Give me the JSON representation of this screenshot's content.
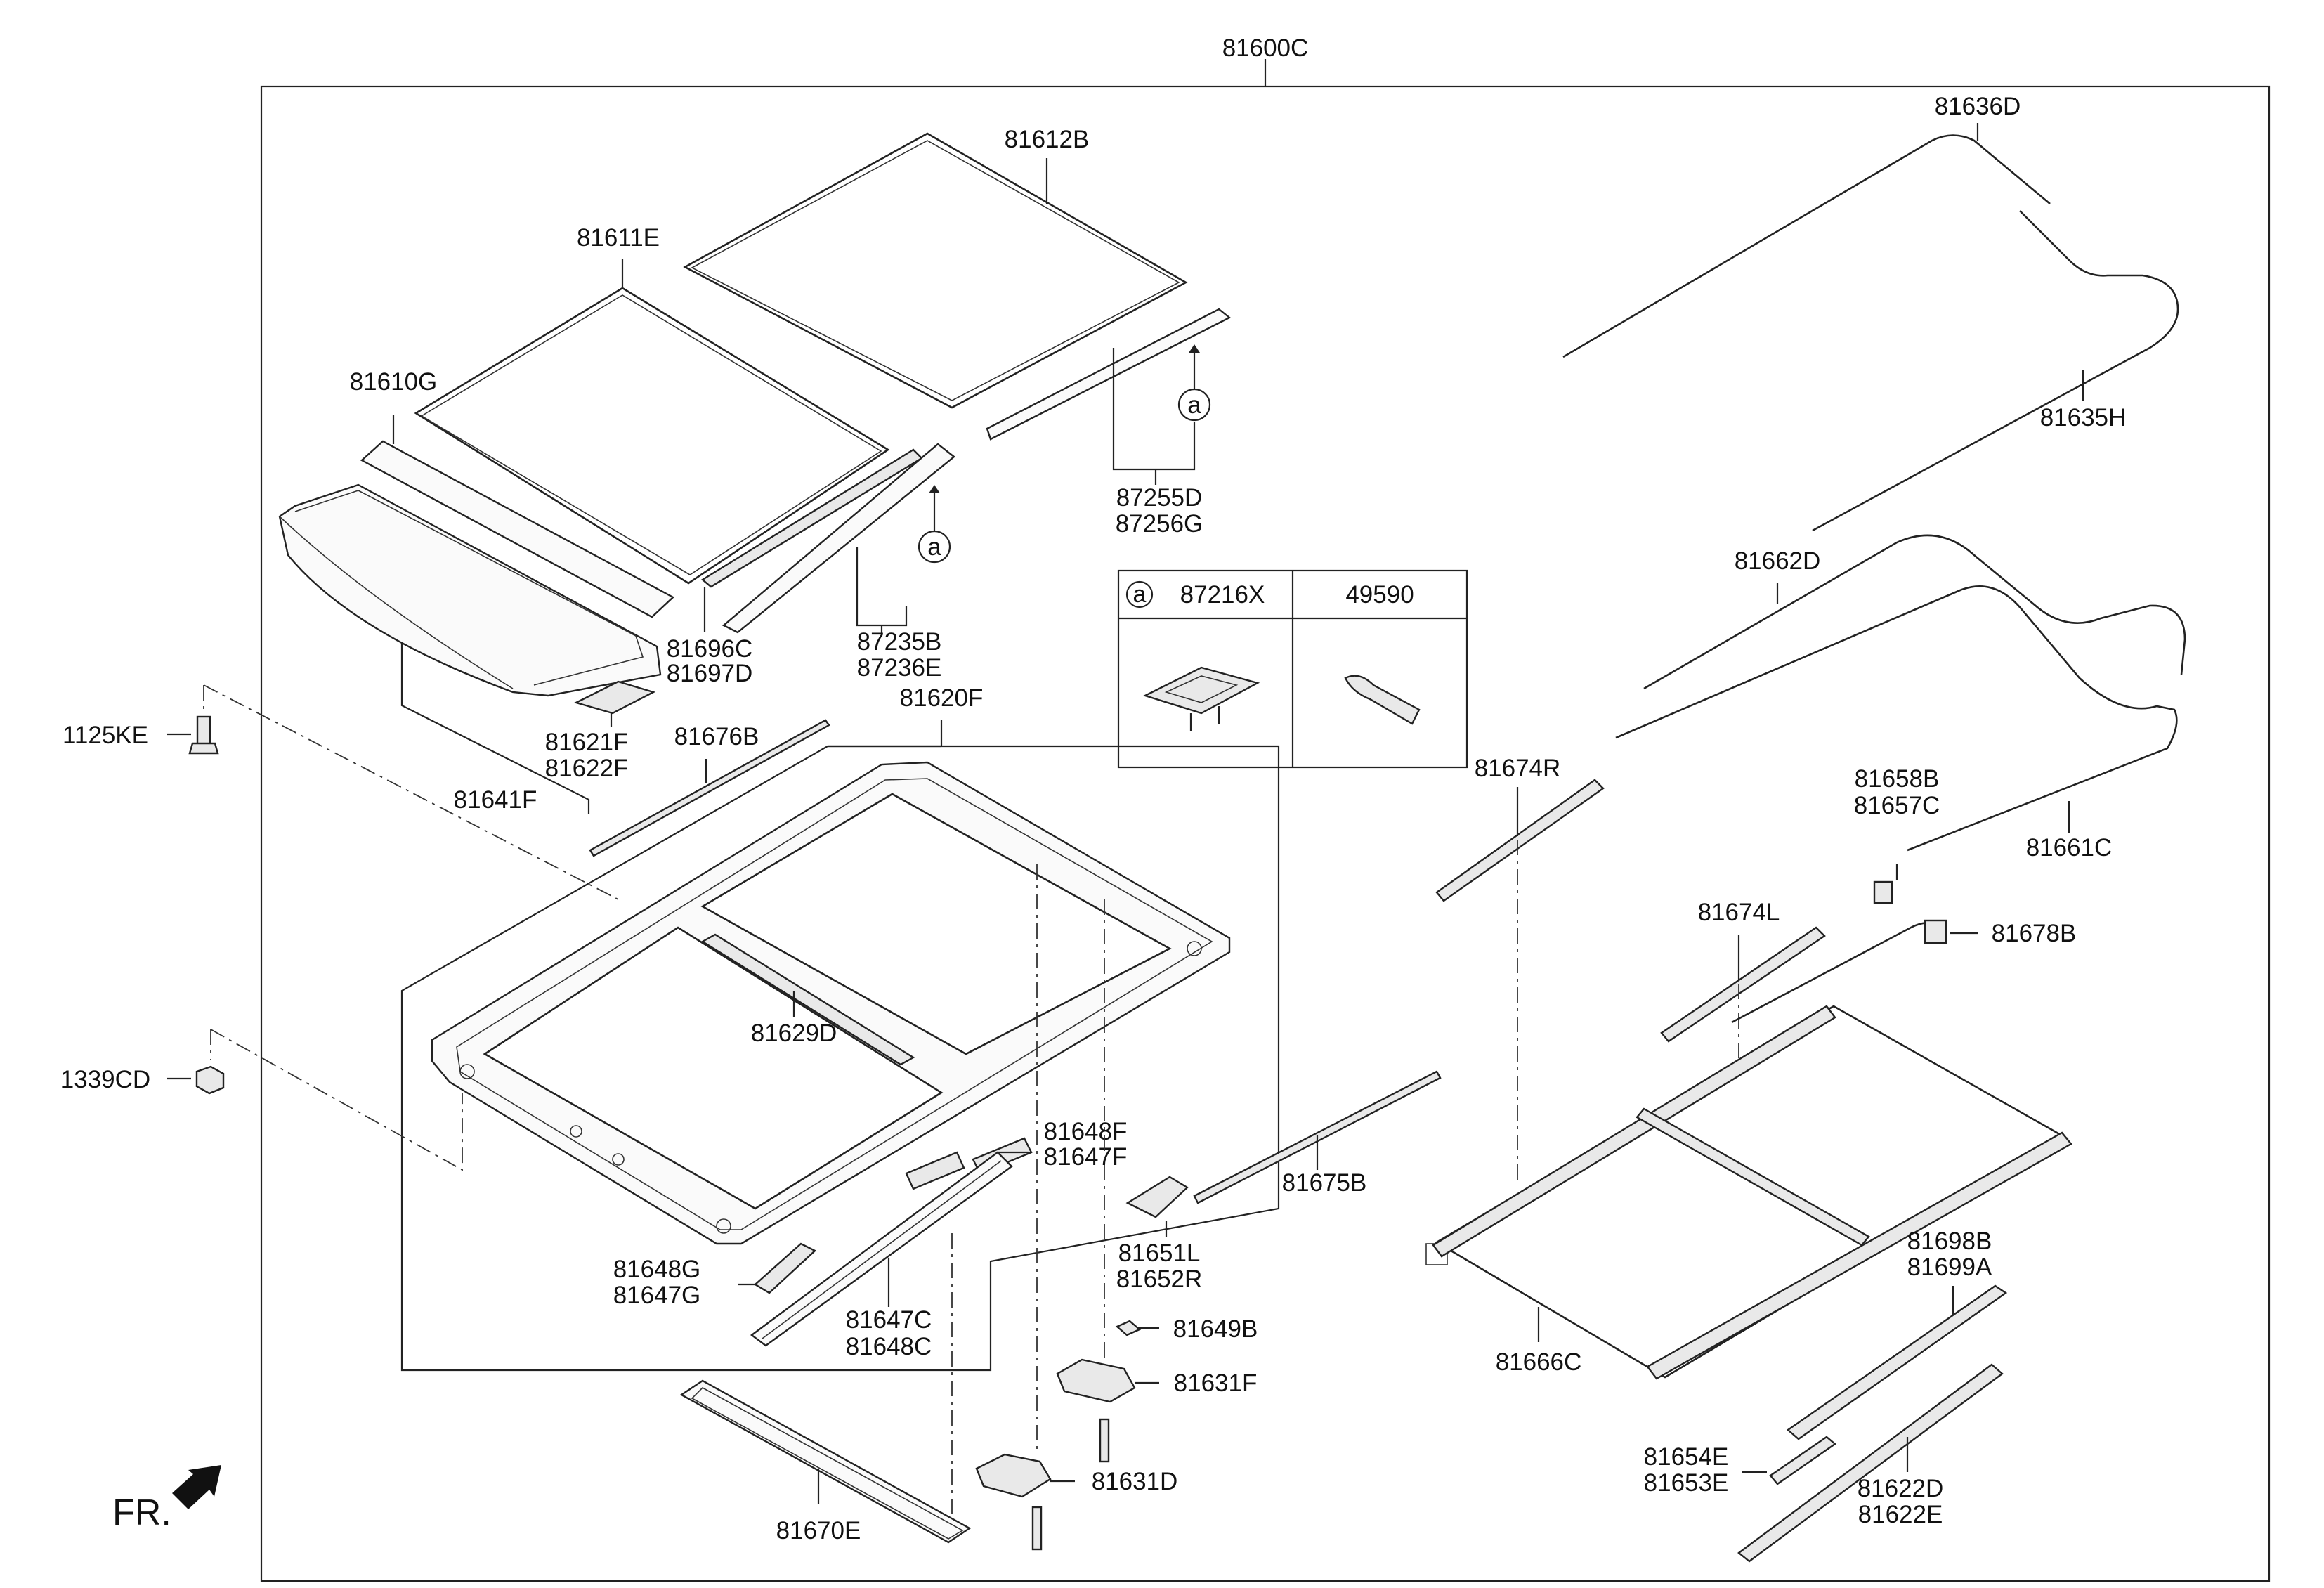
{
  "diagram": {
    "assembly_label": "81600C",
    "front_indicator": "FR.",
    "callouts": {
      "c81612B": "81612B",
      "c81611E": "81611E",
      "c81610G": "81610G",
      "c81636D": "81636D",
      "c81635H": "81635H",
      "c87255D": "87255D",
      "c87256G": "87256G",
      "c87235B": "87235B",
      "c87236E": "87236E",
      "c81696C": "81696C",
      "c81697D": "81697D",
      "c81620F": "81620F",
      "c81621F": "81621F",
      "c81622F": "81622F",
      "c81676B": "81676B",
      "c81641F": "81641F",
      "c1125KE": "1125KE",
      "c81662D": "81662D",
      "c81674R": "81674R",
      "c81658B": "81658B",
      "c81657C": "81657C",
      "c81661C": "81661C",
      "c81678B": "81678B",
      "c81674L": "81674L",
      "c81629D": "81629D",
      "c1339CD": "1339CD",
      "c81648F": "81648F",
      "c81647F": "81647F",
      "c81675B": "81675B",
      "c81651L": "81651L",
      "c81652R": "81652R",
      "c81648G": "81648G",
      "c81647G": "81647G",
      "c81647C": "81647C",
      "c81648C": "81648C",
      "c81649B": "81649B",
      "c81631F": "81631F",
      "c81666C": "81666C",
      "c81698B": "81698B",
      "c81699A": "81699A",
      "c81654E": "81654E",
      "c81653E": "81653E",
      "c81622D": "81622D",
      "c81622E": "81622E",
      "c81631D": "81631D",
      "c81670E": "81670E"
    },
    "reference_marker": "a",
    "inset_table": {
      "marker": "a",
      "col1_part": "87216X",
      "col2_part": "49590"
    }
  }
}
